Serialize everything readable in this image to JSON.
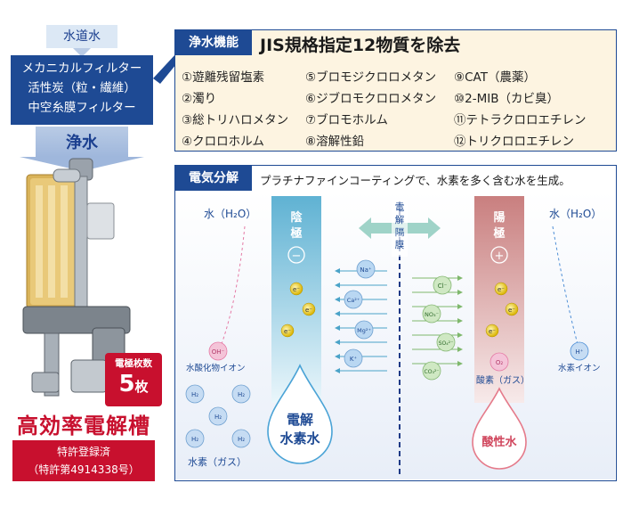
{
  "left": {
    "tap_water": "水道水",
    "filters": [
      "メカニカルフィルター",
      "活性炭（粒・繊維）",
      "中空糸膜フィルター"
    ],
    "clean_water": "浄水",
    "badge_top": "電極枚数",
    "badge_num": "5",
    "badge_unit": "枚",
    "cell_title": "高効率電解槽",
    "patent_line1": "特許登録済",
    "patent_line2": "（特許第4914338号）"
  },
  "purify": {
    "tag": "浄水機能",
    "heading": "JIS規格指定12物質を除去",
    "items": [
      "①遊離残留塩素",
      "②濁り",
      "③総トリハロメタン",
      "④クロロホルム",
      "⑤ブロモジクロロメタン",
      "⑥ジブロモクロロメタン",
      "⑦ブロモホルム",
      "⑧溶解性鉛",
      "⑨CAT（農薬）",
      "⑩2-MIB（カビ臭）",
      "⑪テトラクロロエチレン",
      "⑫トリクロロエチレン"
    ]
  },
  "electro": {
    "tag": "電気分解",
    "desc": "プラチナファインコーティングで、水素を多く含む水を生成。",
    "water_left": "水（H₂O）",
    "water_right": "水（H₂O）",
    "cathode": [
      "陰",
      "極"
    ],
    "cathode_sign": "−",
    "anode": [
      "陽",
      "極"
    ],
    "anode_sign": "+",
    "membrane": [
      "電",
      "解",
      "隔",
      "膜"
    ],
    "electron": "e⁻",
    "oh_ion": "OH⁻",
    "oh_label": "水酸化物イオン",
    "h2": "H₂",
    "h2_label": "水素（ガス）",
    "o2": "O₂",
    "o2_label": "酸素（ガス）",
    "h_ion": "H⁺",
    "h_label": "水素イオン",
    "cations": [
      "Na⁺",
      "Ca²⁺",
      "Mg²⁺",
      "K⁺"
    ],
    "anions": [
      "Cl⁻",
      "NO₃⁻",
      "SO₄²⁻",
      "CO₃²⁻"
    ],
    "drop_left": [
      "電解",
      "水素水"
    ],
    "drop_right": "酸性水"
  },
  "colors": {
    "navy": "#1e4a94",
    "red": "#c8102e",
    "cathode": "#7fc2dc",
    "anode": "#d89a9a",
    "ion_pink": "#e57aa5",
    "ion_blue": "#4f8fd6",
    "anion_green": "#97c98a",
    "electron": "#e0c21c"
  }
}
